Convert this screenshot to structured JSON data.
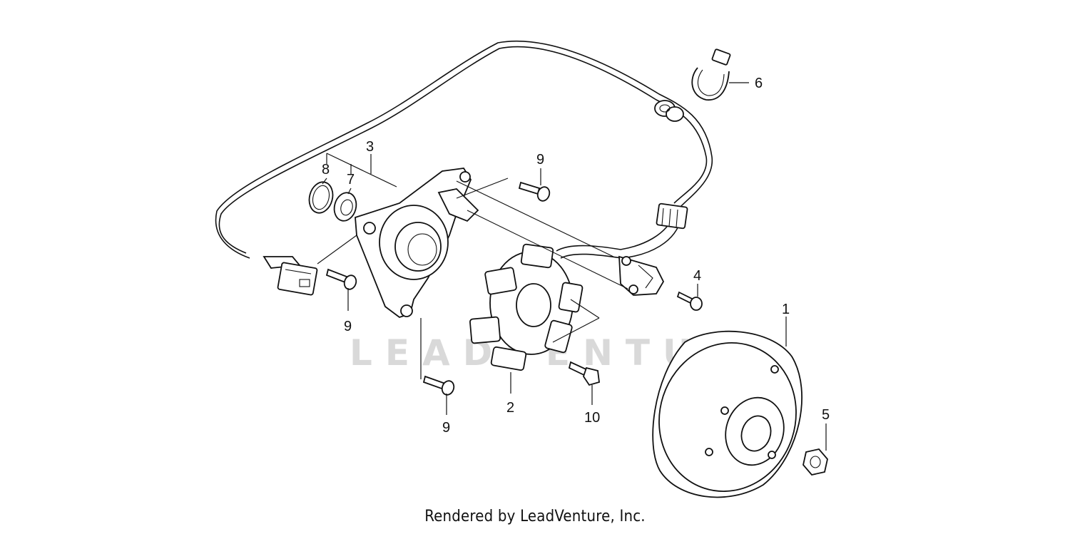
{
  "watermark": "LEADVENTURE",
  "credit": "Rendered by LeadVenture, Inc.",
  "callouts": [
    {
      "id": "c1",
      "label": "1"
    },
    {
      "id": "c2",
      "label": "2"
    },
    {
      "id": "c3",
      "label": "3"
    },
    {
      "id": "c4",
      "label": "4"
    },
    {
      "id": "c5",
      "label": "5"
    },
    {
      "id": "c6",
      "label": "6"
    },
    {
      "id": "c7",
      "label": "7"
    },
    {
      "id": "c8",
      "label": "8"
    },
    {
      "id": "c9a",
      "label": "9"
    },
    {
      "id": "c9b",
      "label": "9"
    },
    {
      "id": "c9c",
      "label": "9"
    },
    {
      "id": "c10",
      "label": "10"
    }
  ]
}
